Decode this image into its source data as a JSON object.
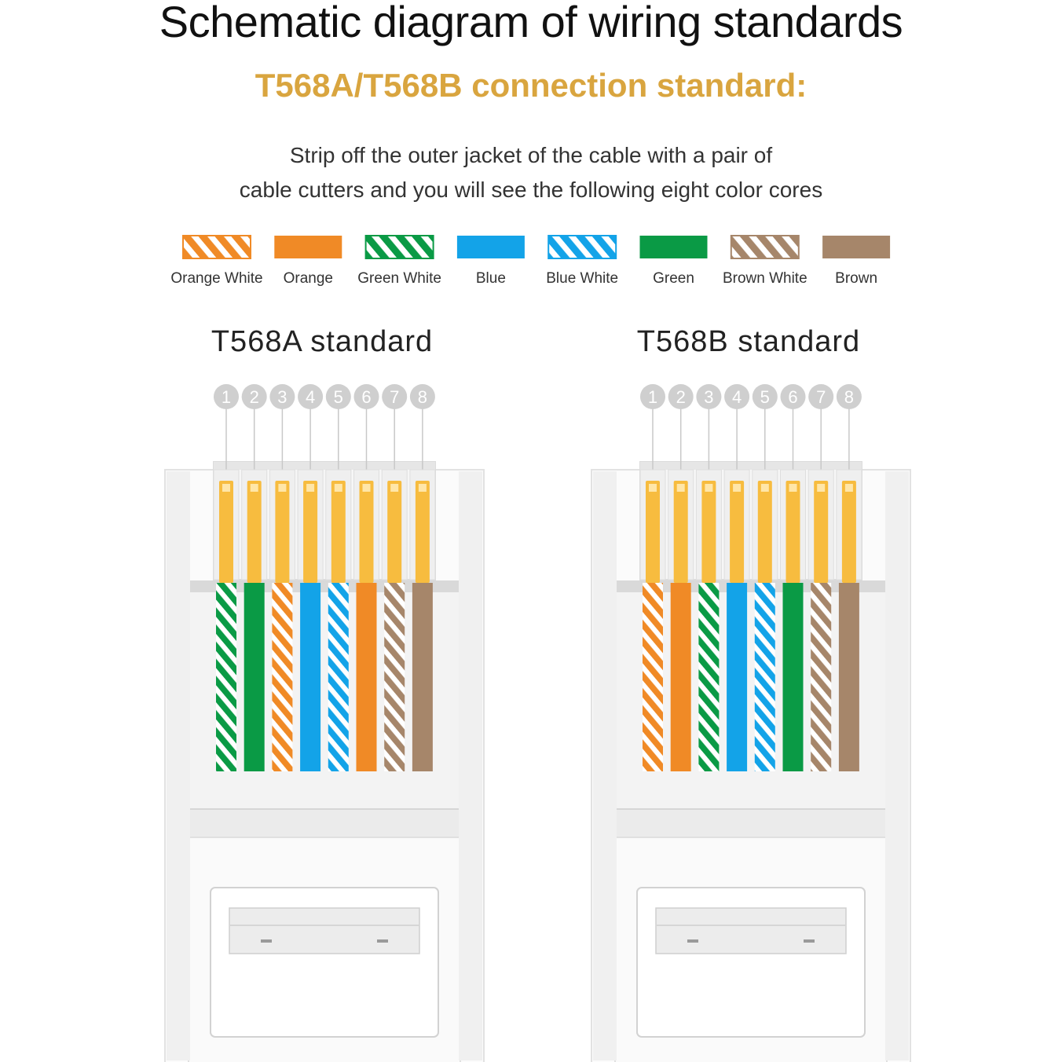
{
  "title": "Schematic diagram of wiring standards",
  "subtitle": "T568A/T568B connection standard:",
  "description": [
    "Strip off the outer jacket of the cable with a pair of",
    "cable cutters and you will see the following eight color cores"
  ],
  "colors": {
    "orange": "#f08a26",
    "green": "#0a9a45",
    "blue": "#13a3e8",
    "brown": "#a6866a",
    "contact": "#f7bc3f",
    "title_accent": "#d9a53f"
  },
  "legend": [
    {
      "label": "Orange White",
      "color": "#f08a26",
      "striped": true
    },
    {
      "label": "Orange",
      "color": "#f08a26",
      "striped": false
    },
    {
      "label": "Green White",
      "color": "#0a9a45",
      "striped": true
    },
    {
      "label": "Blue",
      "color": "#13a3e8",
      "striped": false
    },
    {
      "label": "Blue White",
      "color": "#13a3e8",
      "striped": true
    },
    {
      "label": "Green",
      "color": "#0a9a45",
      "striped": false
    },
    {
      "label": "Brown White",
      "color": "#a6866a",
      "striped": true
    },
    {
      "label": "Brown",
      "color": "#a6866a",
      "striped": false
    }
  ],
  "standards": [
    {
      "name": "T568A standard",
      "pins": [
        "1",
        "2",
        "3",
        "4",
        "5",
        "6",
        "7",
        "8"
      ],
      "wires": [
        {
          "color": "#0a9a45",
          "striped": true
        },
        {
          "color": "#0a9a45",
          "striped": false
        },
        {
          "color": "#f08a26",
          "striped": true
        },
        {
          "color": "#13a3e8",
          "striped": false
        },
        {
          "color": "#13a3e8",
          "striped": true
        },
        {
          "color": "#f08a26",
          "striped": false
        },
        {
          "color": "#a6866a",
          "striped": true
        },
        {
          "color": "#a6866a",
          "striped": false
        }
      ]
    },
    {
      "name": "T568B standard",
      "pins": [
        "1",
        "2",
        "3",
        "4",
        "5",
        "6",
        "7",
        "8"
      ],
      "wires": [
        {
          "color": "#f08a26",
          "striped": true
        },
        {
          "color": "#f08a26",
          "striped": false
        },
        {
          "color": "#0a9a45",
          "striped": true
        },
        {
          "color": "#13a3e8",
          "striped": false
        },
        {
          "color": "#13a3e8",
          "striped": true
        },
        {
          "color": "#0a9a45",
          "striped": false
        },
        {
          "color": "#a6866a",
          "striped": true
        },
        {
          "color": "#a6866a",
          "striped": false
        }
      ]
    }
  ]
}
